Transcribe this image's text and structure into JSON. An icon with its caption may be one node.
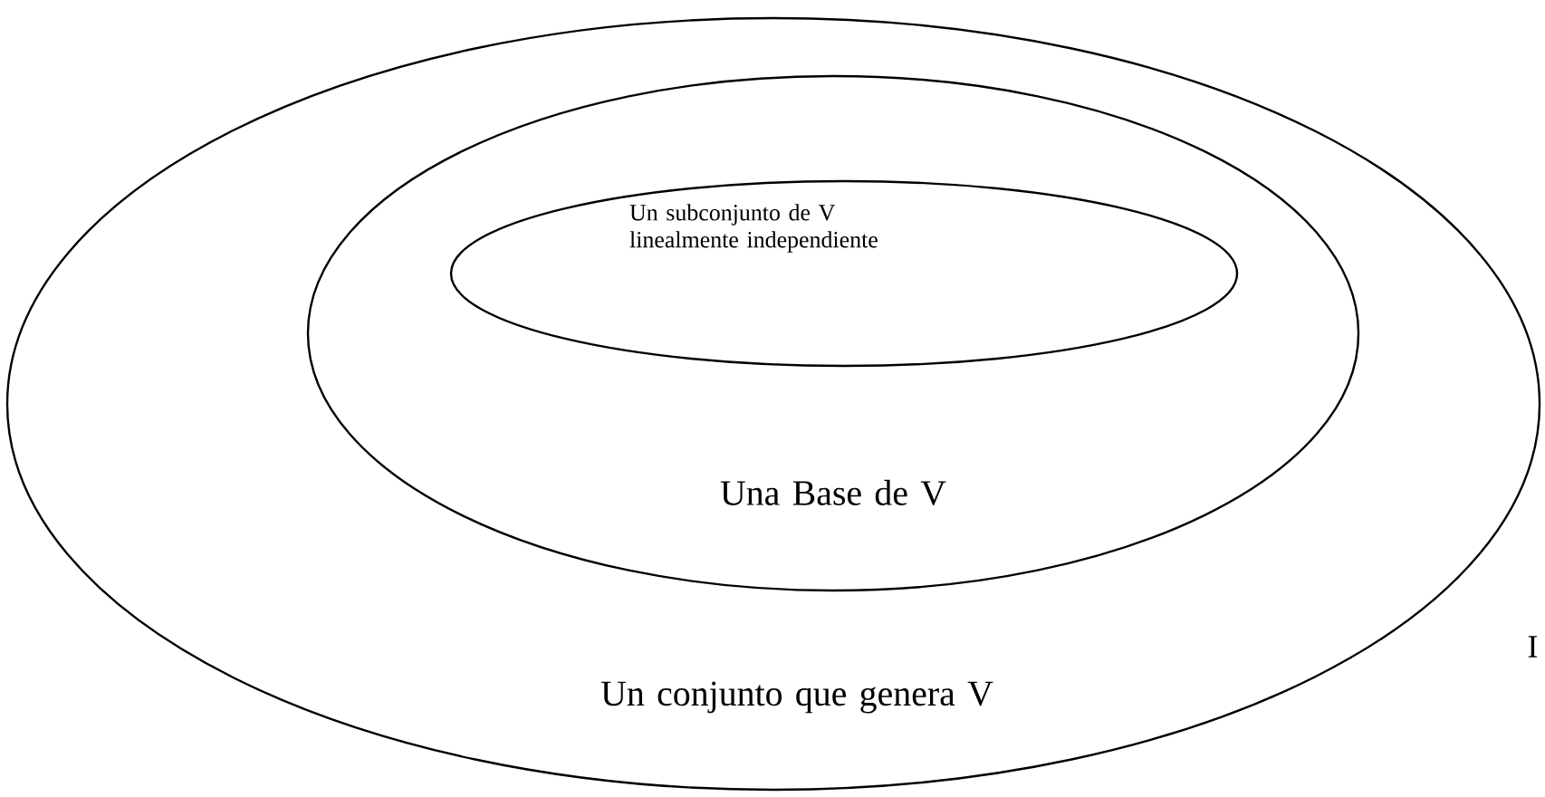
{
  "diagram": {
    "nodes": [
      {
        "text": [
          "Un conjunto que genera V"
        ]
      },
      {
        "text": [
          "Una Base de V"
        ],
        "in": 0
      },
      {
        "text": [
          "Un subconjunto de  V linealmente independiente"
        ],
        "in": 1
      }
    ],
    "labels": [
      "I"
    ]
  }
}
